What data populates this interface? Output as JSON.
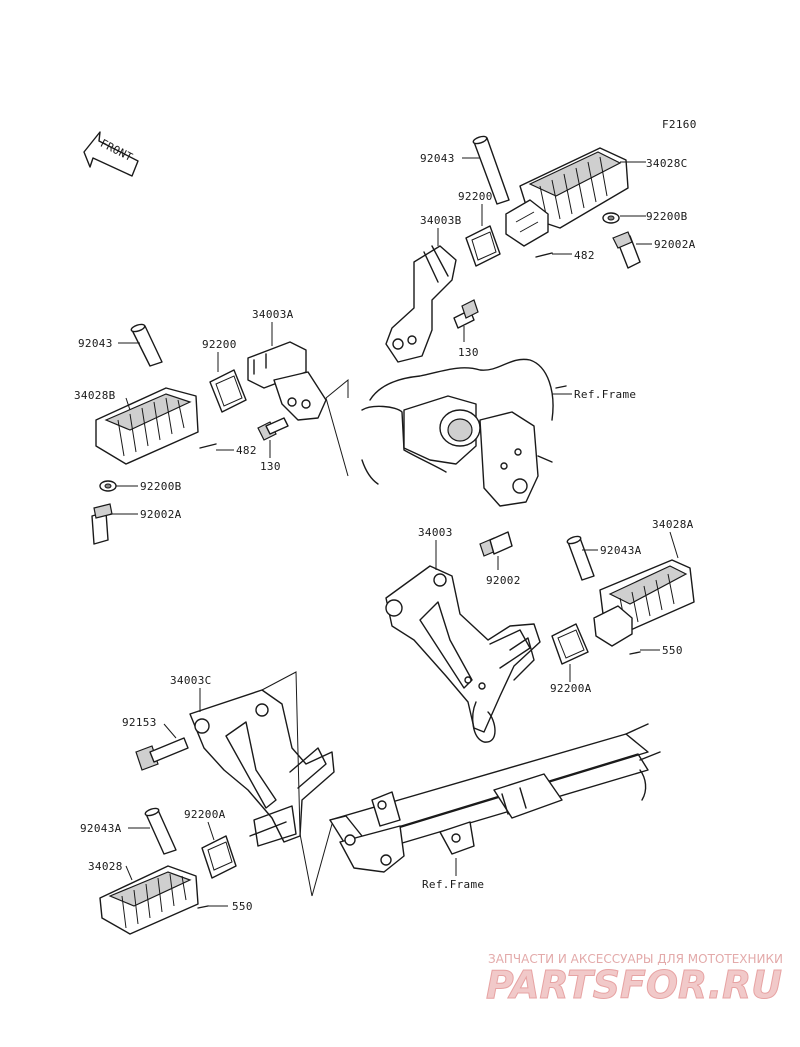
{
  "diagram_code": "F2160",
  "front_label": "FRONT",
  "labels": {
    "p92043_top": "92043",
    "p34028C": "34028C",
    "p92200_top": "92200",
    "p34003B": "34003B",
    "p92200B_top": "92200B",
    "p92002A_top": "92002A",
    "p482_top": "482",
    "p130_top": "130",
    "p92043_left": "92043",
    "p92200_left": "92200",
    "p34003A": "34003A",
    "p34028B": "34028B",
    "p482_left": "482",
    "p130_left": "130",
    "p92200B_left": "92200B",
    "p92002A_left": "92002A",
    "ref_frame_1": "Ref.Frame",
    "p34003": "34003",
    "p92002": "92002",
    "p34028A": "34028A",
    "p92043A_right": "92043A",
    "p550_right": "550",
    "p92200A_right": "92200A",
    "p34003C": "34003C",
    "p92153": "92153",
    "p92043A_left": "92043A",
    "p92200A_left": "92200A",
    "p34028": "34028",
    "p550_left": "550",
    "ref_frame_2": "Ref.Frame"
  },
  "watermark": {
    "caption": "ЗАПЧАСТИ И АКСЕССУАРЫ ДЛЯ МОТОТЕХНИКИ",
    "brand": "PARTSFOR.RU"
  }
}
